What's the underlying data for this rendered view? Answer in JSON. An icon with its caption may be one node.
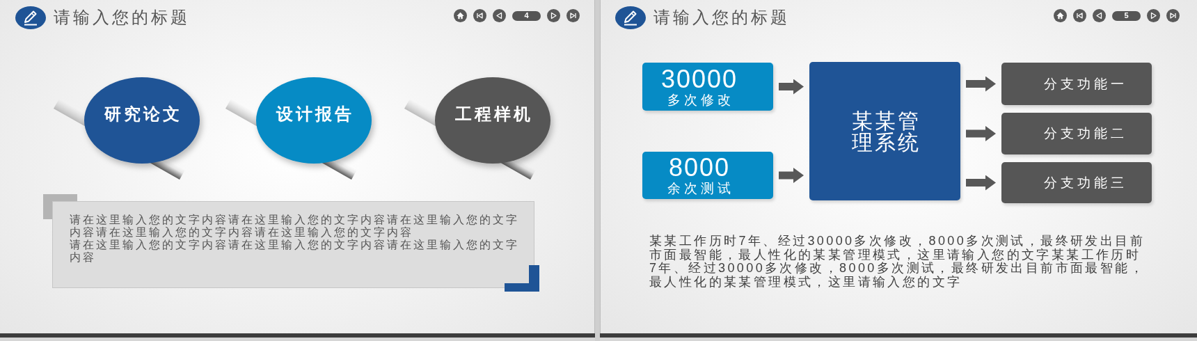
{
  "diagram": {
    "nodes": [
      {
        "text": [
          "研究论文"
        ]
      },
      {
        "text": [
          "设计报告"
        ]
      },
      {
        "text": [
          "工程样机"
        ]
      },
      {
        "text": [
          "请在这里输入您的文字内容请在这里输入您的文字内容请在这里输入您的文字内容请在这里输入您的文字内容请在这里输入您的文字内容",
          "请在这里输入您的文字内容请在这里输入您的文字内容请在这里输入您的文字内容"
        ]
      },
      {
        "text": [
          "30000",
          "多次修改"
        ]
      },
      {
        "text": [
          "8000",
          "余次测试"
        ]
      },
      {
        "text": [
          "某某管理系统"
        ]
      },
      {
        "text": [
          "分支功能一"
        ]
      },
      {
        "text": [
          "分支功能二"
        ]
      },
      {
        "text": [
          "分支功能三"
        ]
      }
    ],
    "edges": [
      {
        "from": 4,
        "to": 6,
        "arrow": "to"
      },
      {
        "from": 5,
        "to": 6,
        "arrow": "to"
      },
      {
        "from": 6,
        "to": 7,
        "arrow": "to"
      },
      {
        "from": 6,
        "to": 8,
        "arrow": "to"
      },
      {
        "from": 6,
        "to": 9,
        "arrow": "to"
      }
    ],
    "labels": [
      "请输入您的标题",
      "4",
      "请输入您的标题",
      "5",
      "某某工作历时7年、经过30000多次修改，8000多次测试，最终研发出目前市面最智能，最人性化的某某管理模式，这里请输入您的文字某某工作历时7年、经过30000多次修改，8000多次测试，最终研发出目前市面最智能，最人性化的某某管理模式，这里请输入您的文字"
    ]
  }
}
